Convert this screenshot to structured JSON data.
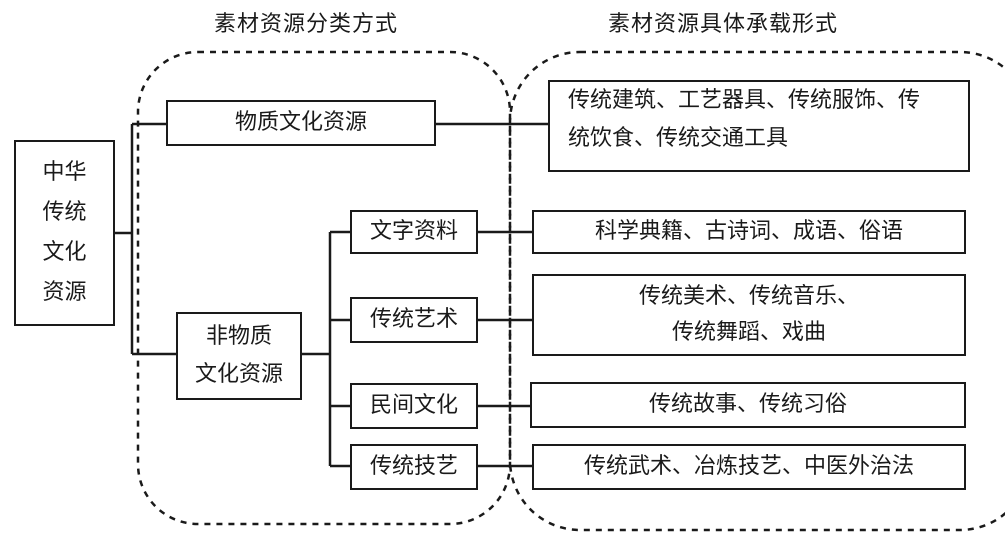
{
  "headers": {
    "left": "素材资源分类方式",
    "right": "素材资源具体承载形式"
  },
  "root": {
    "lines": [
      "中华",
      "传统",
      "文化",
      "资源"
    ]
  },
  "material": {
    "label": "物质文化资源",
    "forms": [
      "传统建筑、工艺器具、传统服饰、传",
      "统饮食、传统交通工具"
    ]
  },
  "nonmaterial": {
    "lines": [
      "非物质",
      "文化资源"
    ],
    "items": [
      {
        "label": "文字资料",
        "forms": [
          "科学典籍、古诗词、成语、俗语"
        ]
      },
      {
        "label": "传统艺术",
        "forms": [
          "传统美术、传统音乐、",
          "传统舞蹈、戏曲"
        ]
      },
      {
        "label": "民间文化",
        "forms": [
          "传统故事、传统习俗"
        ]
      },
      {
        "label": "传统技艺",
        "forms": [
          "传统武术、冶炼技艺、中医外治法"
        ]
      }
    ]
  }
}
